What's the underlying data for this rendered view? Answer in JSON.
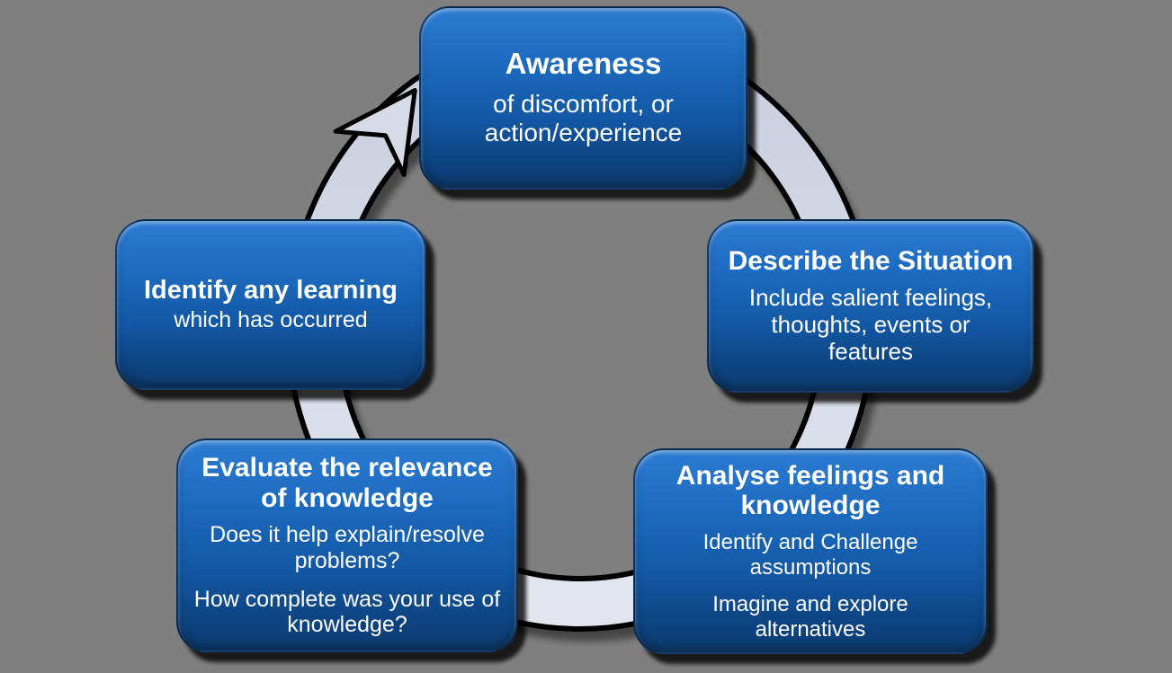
{
  "background_color": "#7f7f7f",
  "colors": {
    "node_gradient_top": "#2c7bd3",
    "node_gradient_bottom": "#0c3c71",
    "node_text": "#ffffff",
    "ring_fill_light": "#e3e6ef",
    "ring_fill_dark": "#c9cfdf",
    "ring_outline": "#000000",
    "shadow": "#000000"
  },
  "diagram": {
    "type": "cycle",
    "cycle_arrow": {
      "direction": "clockwise",
      "style": "ring-with-arrowhead"
    },
    "nodes": [
      {
        "id": "awareness",
        "title": "Awareness",
        "body": [
          "of discomfort, or action/experience"
        ]
      },
      {
        "id": "describe-the-situation",
        "title": "Describe the Situation",
        "body": [
          "Include salient feelings, thoughts, events or features"
        ]
      },
      {
        "id": "analyse-feelings-and-knowledge",
        "title": "Analyse feelings and knowledge",
        "body": [
          "Identify and Challenge assumptions",
          "Imagine and explore alternatives"
        ]
      },
      {
        "id": "evaluate-the-relevance-of-knowledge",
        "title": "Evaluate the relevance of knowledge",
        "body": [
          "Does it help explain/resolve problems?",
          "How complete was your use of knowledge?"
        ]
      },
      {
        "id": "identify-any-learning",
        "title": "Identify any learning",
        "body": [
          "which has occurred"
        ]
      }
    ]
  }
}
